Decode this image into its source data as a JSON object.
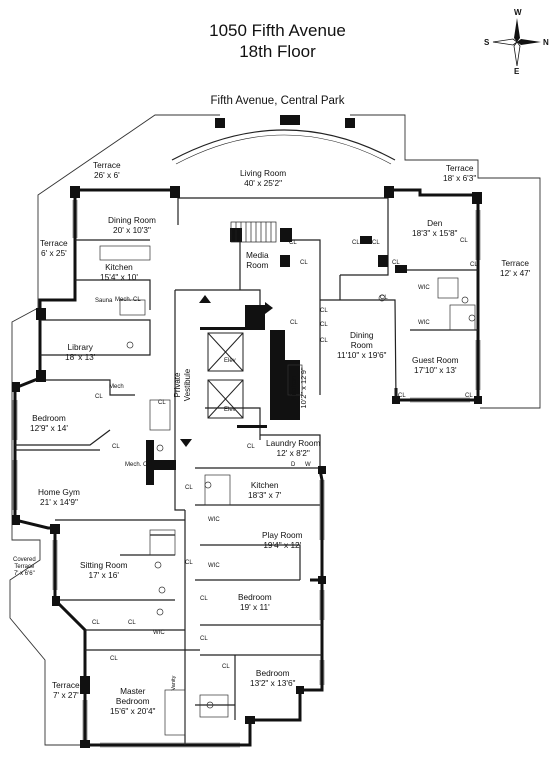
{
  "header": {
    "address": "1050 Fifth Avenue",
    "floor": "18th Floor",
    "street": "Fifth Avenue, Central Park"
  },
  "compass": {
    "n": "N",
    "s": "S",
    "e": "E",
    "w": "W"
  },
  "rooms": {
    "living_room": {
      "name": "Living Room",
      "dim": "40' x 25'2\""
    },
    "dining_room": {
      "name": "Dining Room",
      "dim": "20' x 10'3\""
    },
    "kitchen_main": {
      "name": "Kitchen",
      "dim": "15'4\" x 10'"
    },
    "terrace_top_left": {
      "name": "Terrace",
      "dim": "26' x 6'"
    },
    "terrace_left": {
      "name": "Terrace",
      "dim": "6' x 25'"
    },
    "terrace_top_right": {
      "name": "Terrace",
      "dim": "18' x 6'3\""
    },
    "terrace_right": {
      "name": "Terrace",
      "dim": "12' x 47'"
    },
    "den": {
      "name": "Den",
      "dim": "18'3\" x 15'8\""
    },
    "media_room": {
      "name": "Media",
      "name2": "Room"
    },
    "dining_room_2": {
      "name": "Dining",
      "name2": "Room",
      "dim": "11'10\" x 19'6\""
    },
    "guest_room": {
      "name": "Guest Room",
      "dim": "17'10\" x 13'"
    },
    "library": {
      "name": "Library",
      "dim": "18' x 13'"
    },
    "sauna": {
      "name": "Sauna"
    },
    "bedroom_1": {
      "name": "Bedroom",
      "dim": "12'9\" x 14'"
    },
    "private_vestibule": {
      "name": "Private",
      "name2": "Vestibule"
    },
    "kitchen_2": {
      "name": "Kitchen",
      "dim": "10'2\" x 12'9\""
    },
    "laundry_room": {
      "name": "Laundry Room",
      "dim": "12' x 8'2\""
    },
    "home_gym": {
      "name": "Home Gym",
      "dim": "21' x 14'9\""
    },
    "kitchen_3": {
      "name": "Kitchen",
      "dim": "18'3\" x 7'"
    },
    "play_room": {
      "name": "Play Room",
      "dim": "19'4\" x 12'"
    },
    "covered_terrace": {
      "name": "Covered",
      "name2": "Terrace",
      "dim": "7' x 6'6\""
    },
    "sitting_room": {
      "name": "Sitting Room",
      "dim": "17' x 16'"
    },
    "bedroom_2": {
      "name": "Bedroom",
      "dim": "19' x 11'"
    },
    "bedroom_3": {
      "name": "Bedroom",
      "dim": "13'2\" x 13'6\""
    },
    "terrace_bottom": {
      "name": "Terrace",
      "dim": "7' x 27'"
    },
    "master_bedroom": {
      "name": "Master",
      "name2": "Bedroom",
      "dim": "15'6\" x 20'4\""
    }
  },
  "labels": {
    "cl": "CL",
    "wic": "WIC",
    "elev": "Elev",
    "mech_cl": "Mech. CL",
    "mech": "Mech",
    "vanity": "Vanity",
    "d": "D",
    "w": "W"
  }
}
